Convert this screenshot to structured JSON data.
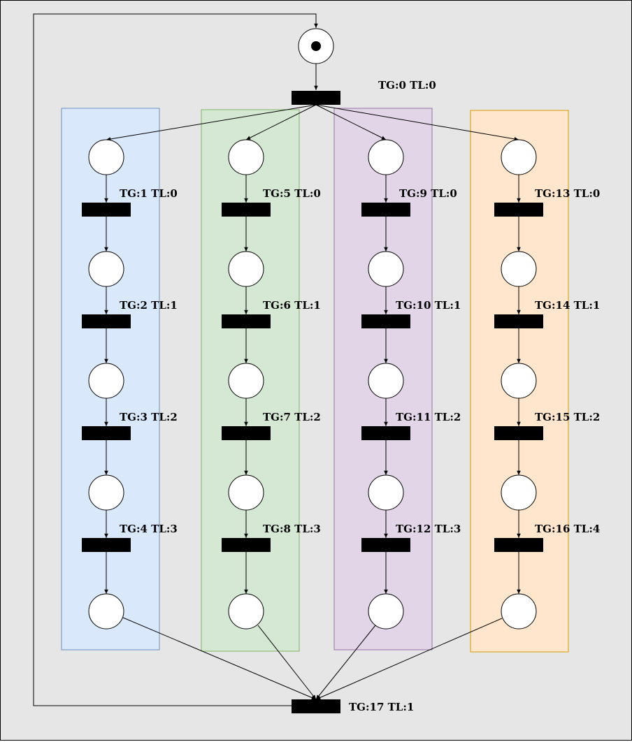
{
  "diagram": {
    "colors": {
      "background": "#e6e6e6",
      "border": "#000000",
      "lane_blue_fill": "#dae8fc",
      "lane_blue_stroke": "#6c8ebf",
      "lane_green_fill": "#d5e8d4",
      "lane_green_stroke": "#82b366",
      "lane_purple_fill": "#e1d5e7",
      "lane_purple_stroke": "#9673a6",
      "lane_orange_fill": "#ffe6cc",
      "lane_orange_stroke": "#d79b00"
    },
    "start_place": {
      "tokens": 1
    },
    "transitions": {
      "t0": "TG:0 TL:0",
      "t1": "TG:1 TL:0",
      "t2": "TG:2 TL:1",
      "t3": "TG:3 TL:2",
      "t4": "TG:4 TL:3",
      "t5": "TG:5 TL:0",
      "t6": "TG:6 TL:1",
      "t7": "TG:7 TL:2",
      "t8": "TG:8 TL:3",
      "t9": "TG:9 TL:0",
      "t10": "TG:10 TL:1",
      "t11": "TG:11 TL:2",
      "t12": "TG:12 TL:3",
      "t13": "TG:13 TL:0",
      "t14": "TG:14 TL:1",
      "t15": "TG:15 TL:2",
      "t16": "TG:16 TL:4",
      "t17": "TG:17 TL:1"
    }
  }
}
